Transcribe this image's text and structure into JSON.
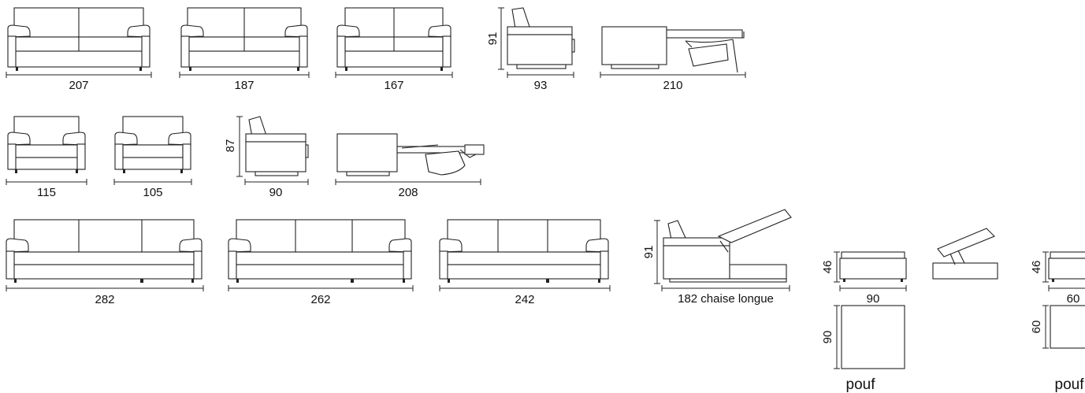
{
  "dimensions": {
    "sofa_207": "207",
    "sofa_187": "187",
    "sofa_167": "167",
    "sofabed_depth_93": "93",
    "sofabed_height_91": "91",
    "sofabed_open_210": "210",
    "arm_115": "115",
    "arm_105": "105",
    "armbed_depth_90": "90",
    "armbed_height_87": "87",
    "armbed_open_208": "208",
    "sofa_282": "282",
    "sofa_262": "262",
    "sofa_242": "242",
    "chaise_height_91": "91",
    "chaise_longue": "182 chaise longue",
    "pouf90_height": "46",
    "pouf90_width": "90",
    "pouf90_depth": "90",
    "pouf60_height": "46",
    "pouf60_width": "60",
    "pouf60_depth": "60"
  },
  "labels": {
    "pouf_large": "pouf",
    "pouf_small": "pouf"
  }
}
